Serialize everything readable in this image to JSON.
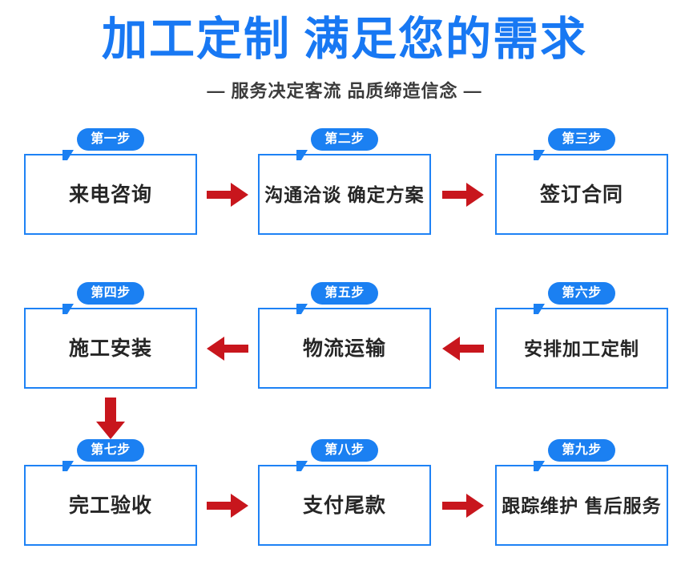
{
  "header": {
    "title_part_1": "加工定制",
    "title_part_2": "满足您的需求",
    "subtitle": "— 服务决定客流 品质缔造信念 —"
  },
  "colors": {
    "title_blue": "#1878F3",
    "badge_blue": "#1B80F2",
    "box_border_blue": "#1E82F5",
    "arrow_red": "#C8161D",
    "text_dark": "#262626",
    "subtitle_gray": "#3B3B3B",
    "background": "#FFFFFF"
  },
  "flow": {
    "rows": [
      {
        "direction": "left-to-right",
        "steps": [
          {
            "badge": "第一步",
            "label": "来电咨询"
          },
          {
            "badge": "第二步",
            "label": "沟通洽谈 确定方案"
          },
          {
            "badge": "第三步",
            "label": "签订合同"
          }
        ],
        "connectors": [
          {
            "icon": "arrow-right-icon",
            "position": "after-step-1"
          },
          {
            "icon": "arrow-right-icon",
            "position": "after-step-2"
          }
        ]
      },
      {
        "direction": "right-to-left",
        "steps": [
          {
            "badge": "第四步",
            "label": "施工安装"
          },
          {
            "badge": "第五步",
            "label": "物流运输"
          },
          {
            "badge": "第六步",
            "label": "安排加工定制"
          }
        ],
        "connectors": [
          {
            "icon": "arrow-left-icon",
            "position": "between-step-4-and-5"
          },
          {
            "icon": "arrow-left-icon",
            "position": "between-step-5-and-6"
          }
        ]
      },
      {
        "direction": "left-to-right",
        "steps": [
          {
            "badge": "第七步",
            "label": "完工验收"
          },
          {
            "badge": "第八步",
            "label": "支付尾款"
          },
          {
            "badge": "第九步",
            "label": "跟踪维护 售后服务"
          }
        ],
        "connectors": [
          {
            "icon": "arrow-right-icon",
            "position": "after-step-7"
          },
          {
            "icon": "arrow-right-icon",
            "position": "after-step-8"
          }
        ]
      }
    ],
    "vertical_connector": {
      "icon": "arrow-down-icon",
      "position": "below-step-4"
    }
  }
}
